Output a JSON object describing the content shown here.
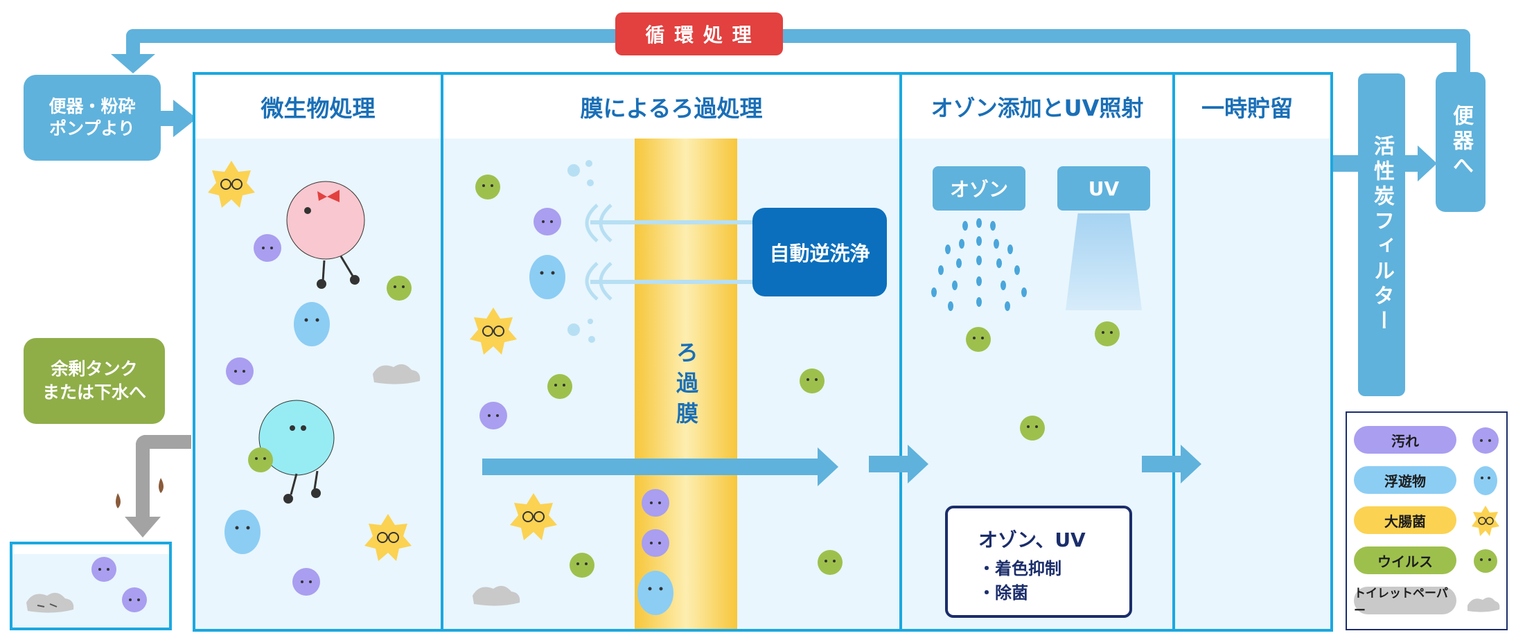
{
  "recirculation": {
    "label": "循 環 処 理"
  },
  "source": {
    "label": "便器・粉砕\nポンプより"
  },
  "destination": {
    "label": "便器へ"
  },
  "surplus": {
    "label": "余剰タンク\nまたは下水へ"
  },
  "stages": [
    {
      "title": "微生物処理"
    },
    {
      "title": "膜によるろ過処理"
    },
    {
      "title": "オゾン添加とUV照射"
    },
    {
      "title": "一時貯留"
    }
  ],
  "membrane": {
    "label": "ろ過膜",
    "backwash_label": "自動逆洗浄"
  },
  "ozone_uv": {
    "ozone_label": "オゾン",
    "uv_label": "UV",
    "info_title": "オゾン、UV",
    "info_items": [
      "・着色抑制",
      "・除菌"
    ]
  },
  "carbon_filter": {
    "label": "活性炭フィルター"
  },
  "legend": [
    {
      "label": "汚れ",
      "color": "#a99ef0"
    },
    {
      "label": "浮遊物",
      "color": "#8ccdf4"
    },
    {
      "label": "大腸菌",
      "color": "#fbd252"
    },
    {
      "label": "ウイルス",
      "color": "#9dc04d"
    },
    {
      "label": "トイレットペーパー",
      "color": "#c9c9c9"
    }
  ],
  "colors": {
    "flow": "#5fb2dc",
    "frame": "#1ba8e0",
    "recirculation_badge": "#e2413f",
    "surplus_badge": "#8fae48",
    "backwash_badge": "#0b6fbd",
    "membrane": "#f7c63a"
  }
}
